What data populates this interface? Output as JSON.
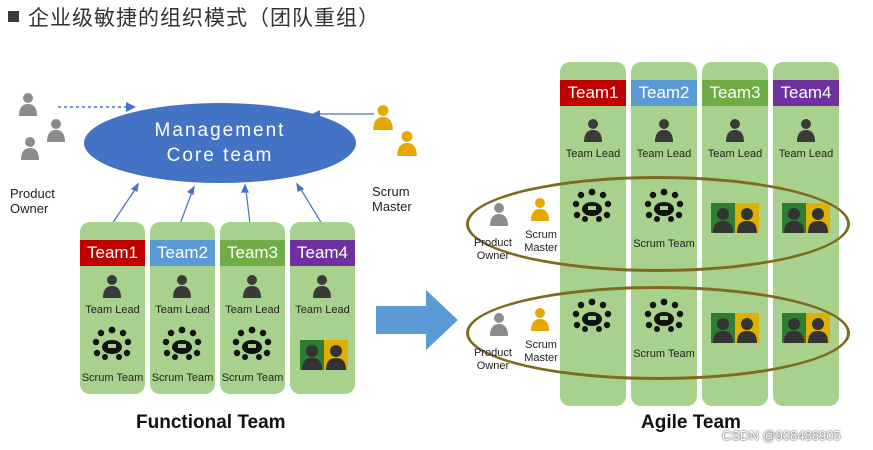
{
  "title": "企业级敏捷的组织模式（团队重组）",
  "management": {
    "line1": "Management",
    "line2": "Core team"
  },
  "roles": {
    "product_owner": [
      "Product",
      "Owner"
    ],
    "scrum_master": [
      "Scrum",
      "Master"
    ]
  },
  "functional": {
    "caption": "Functional Team",
    "teams": [
      {
        "name": "Team1",
        "lead": "Team Lead",
        "scrum": "Scrum Team",
        "color": "#c00000"
      },
      {
        "name": "Team2",
        "lead": "Team Lead",
        "scrum": "Scrum Team",
        "color": "#5b9bd5"
      },
      {
        "name": "Team3",
        "lead": "Team Lead",
        "scrum": "Scrum Team",
        "color": "#70ad47"
      },
      {
        "name": "Team4",
        "lead": "Team Lead",
        "scrum": "",
        "color": "#7030a0"
      }
    ]
  },
  "agile": {
    "caption": "Agile Team",
    "teams": [
      {
        "name": "Team1",
        "lead": "Team Lead",
        "color": "#c00000"
      },
      {
        "name": "Team2",
        "lead": "Team Lead",
        "color": "#5b9bd5"
      },
      {
        "name": "Team3",
        "lead": "Team Lead",
        "color": "#70ad47"
      },
      {
        "name": "Team4",
        "lead": "Team Lead",
        "color": "#7030a0"
      }
    ],
    "row_po": [
      "Product",
      "Owner"
    ],
    "row_sm": [
      "Scrum",
      "Master"
    ],
    "scrum_team_label": "Scrum Team"
  },
  "watermark": "CSDN @908486905",
  "colors": {
    "column_green": "#a9d18e",
    "management_blue": "#4472c4",
    "arrow_blue": "#5b9bd5",
    "ring": "#7f6a20"
  }
}
